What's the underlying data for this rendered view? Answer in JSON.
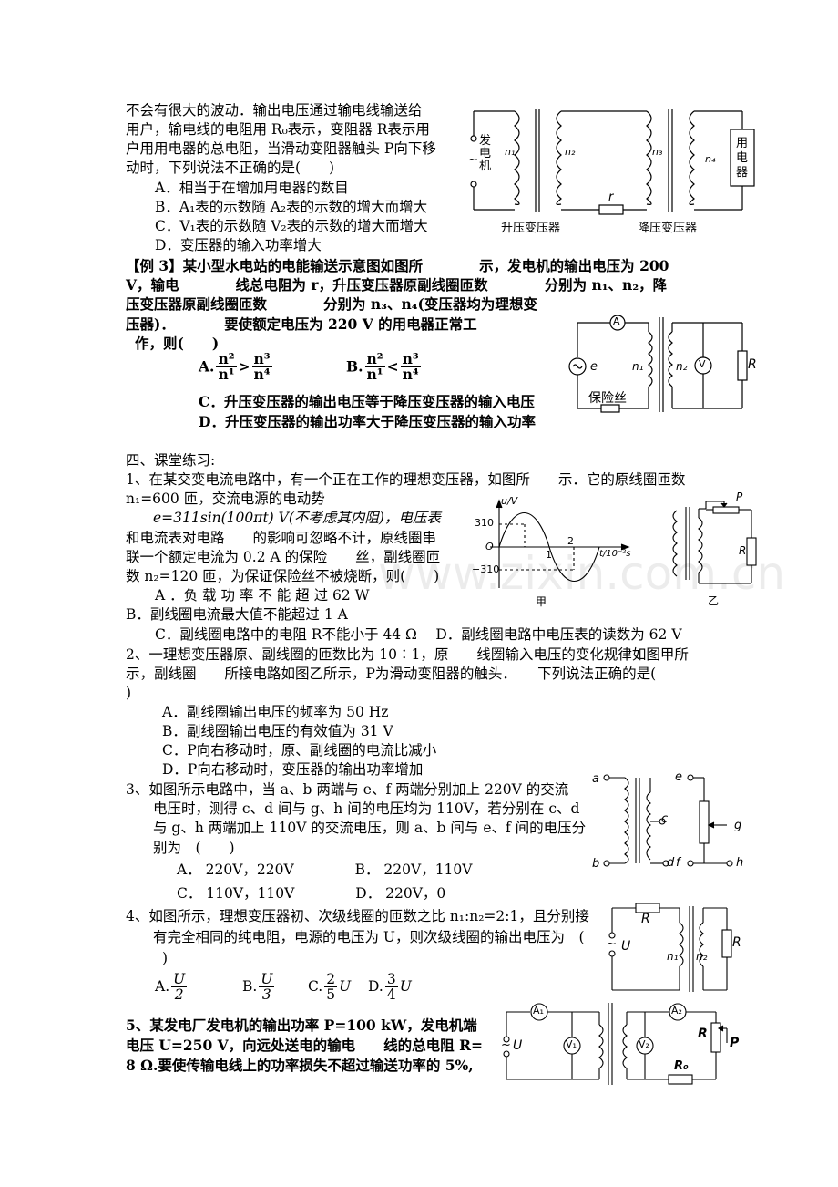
{
  "lines": {
    "l1": "不会有很大的波动．输出电压通过输电线输送给",
    "l2": "用户，输电线的电阻用 R₀表示，变阻器 R表示用",
    "l3": "户用用电器的总电阻，当滑动变阻器触头 P向下移",
    "l4": "动时，下列说法不正确的是(　　)",
    "l5": "A．相当于在增加用电器的数目",
    "l6": "B．A₁表的示数随 A₂表的示数的增大而增大",
    "l7": "C．V₁表的示数随 V₂表的示数的增大而增大",
    "l8": "D．变压器的输入功率增大",
    "l9": "【例 3】某小型水电站的电能输送示意图如图所　　　　示，发电机的输出电压为 200",
    "l10": "V，输电　　　　线总电阻为 r，升压变压器原副线圈匝数　　　　分别为 n₁、n₂，降",
    "l11": "压变压器原副线圈匝数　　　　分别为 n₃、n₄(变压器均为理想变",
    "l12": "压器)．　　　　要使额定电压为 220 V 的用电器正常工",
    "l13": "作，则(　　)",
    "l14a": "A.",
    "l14b": "B.",
    "l15": "C．升压变压器的输出电压等于降压变压器的输入电压",
    "l16": "D．升压变压器的输出功率大于降压变压器的输入功率",
    "l17": "四、课堂练习:",
    "l18": "1、在某交变电流电路中，有一个正在工作的理想变压器，如图所　　示．它的原线圈匝数",
    "l19": "n₁=600 匝，交流电源的电动势",
    "l20": "e=311sin(100πt) V(不考虑其内阻)，电压表",
    "l21": "和电流表对电路　　的影响可忽略不计，原线圈串",
    "l22": "联一个额定电流为 0.2 A 的保险　　丝，副线圈匝",
    "l23": "数 n₂=120 匝，为保证保险丝不被烧断，则(　　)",
    "l24": "A ．负 载 功 率 不 能 超 过 62 W",
    "l25": "B．副线圈电流最大值不能超过 1 A",
    "l26": "C．副线圈电路中的电阻 R不能小于 44 Ω　 D．副线圈电路中电压表的读数为 62 V",
    "l27": "2、一理想变压器原、副线圈的匝数比为 10∶1，原　　线圈输入电压的变化规律如图甲所",
    "l28": "示，副线圈　　所接电路如图乙所示，P为滑动变阻器的触头．　　下列说法正确的是(",
    "l29": ")",
    "l30": "A．副线圈输出电压的频率为 50 Hz",
    "l31": "B．副线圈输出电压的有效值为 31 V",
    "l32": "C．P向右移动时，原、副线圈的电流比减小",
    "l33": "D．P向右移动时，变压器的输出功率增加",
    "l34": "3、如图所示电路中，当 a、b 两端与 e、f 两端分别加上 220V 的交流",
    "l35": "电压时，测得 c、d 间与 g、h 间的电压均为 110V，若分别在 c、d",
    "l36": "与 g、h 两端加上 110V 的交流电压，则 a、b 间与 e、f 间的电压分",
    "l37": "别为　(　　)",
    "l38": "A． 220V，220V　　　　 B． 220V，110V",
    "l39": "C． 110V，110V　　　　 D． 220V，0",
    "l40": "4、如图所示，理想变压器初、次级线圈的匝数之比 n₁:n₂=2:1，且分别接",
    "l41": "有完全相同的纯电阻，电源的电压为 U，则次级线圈的输出电压为　(",
    "l42": ")",
    "l43a": "A.",
    "l43b": "B.",
    "l43c": "C.",
    "l43d": "D.",
    "l44": "5、某发电厂发电机的输出功率 P=100 kW，发电机端",
    "l45": "电压 U=250 V，向远处送电的输电　　线的总电阻 R=",
    "l46": "8 Ω.要使传输电线上的功率损失不超过输送功率的 5%,"
  },
  "fractions": {
    "ex3A_left": {
      "num": "n²",
      "den": "n¹"
    },
    "ex3A_right": {
      "num": "n³",
      "den": "n⁴"
    },
    "ex3A_op": ">",
    "ex3B_left": {
      "num": "n²",
      "den": "n¹"
    },
    "ex3B_right": {
      "num": "n³",
      "den": "n⁴"
    },
    "ex3B_op": "<",
    "q4A": {
      "num": "U",
      "den": "2"
    },
    "q4B": {
      "num": "U",
      "den": "3"
    },
    "q4C": {
      "num": "2",
      "den": "5",
      "tail": "U"
    },
    "q4D": {
      "num": "3",
      "den": "4",
      "tail": "U"
    }
  },
  "figure_labels": {
    "gen": "发电机",
    "tilde": "~",
    "n1": "n₁",
    "n2": "n₂",
    "n3": "n₃",
    "n4": "n₄",
    "r": "r",
    "load": "用电器",
    "step_up": "升压变压器",
    "step_down": "降压变压器",
    "A": "A",
    "V": "V",
    "R": "R",
    "e": "e",
    "fuse": "保险丝",
    "u_axis": "u/V",
    "t_axis": "t/10⁻²s",
    "v310": "310",
    "vneg310": "−310",
    "O": "O",
    "t1": "1",
    "t2": "2",
    "jia": "甲",
    "yi": "乙",
    "P": "P",
    "a": "a",
    "b": "b",
    "c": "c",
    "d": "d",
    "ef": "e",
    "f": "f",
    "g": "g",
    "h": "h",
    "U": "U",
    "A1": "A₁",
    "A2": "A₂",
    "V1": "V₁",
    "V2": "V₂",
    "R0": "R₀"
  },
  "watermark": "www.zixin.com.cn"
}
